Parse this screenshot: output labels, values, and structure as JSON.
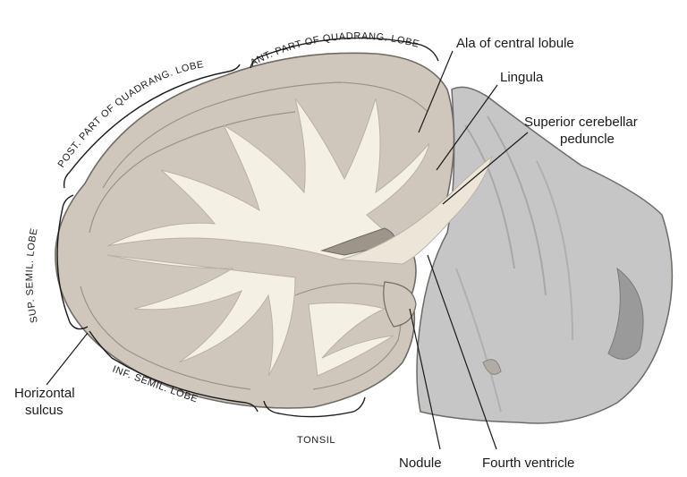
{
  "labels": {
    "ala": "Ala of central lobule",
    "lingula": "Lingula",
    "sup_ped_1": "Superior cerebellar",
    "sup_ped_2": "peduncle",
    "horizontal_1": "Horizontal",
    "horizontal_2": "sulcus",
    "nodule": "Nodule",
    "fourth": "Fourth ventricle",
    "ant_part": "ANT. PART OF QUADRANG. LOBE",
    "post_part": "POST. PART OF QUADRANG. LOBE",
    "sup_semil": "SUP. SEMIL. LOBE",
    "inf_semil": "INF. SEMIL. LOBE",
    "tonsil": "TONSIL"
  },
  "colors": {
    "brainstem": "#c6c6c6",
    "grey_matter": "#cfc7bb",
    "white_matter": "#f4f0e4",
    "outline": "#6e6a64",
    "leader": "#1a1a1a"
  }
}
